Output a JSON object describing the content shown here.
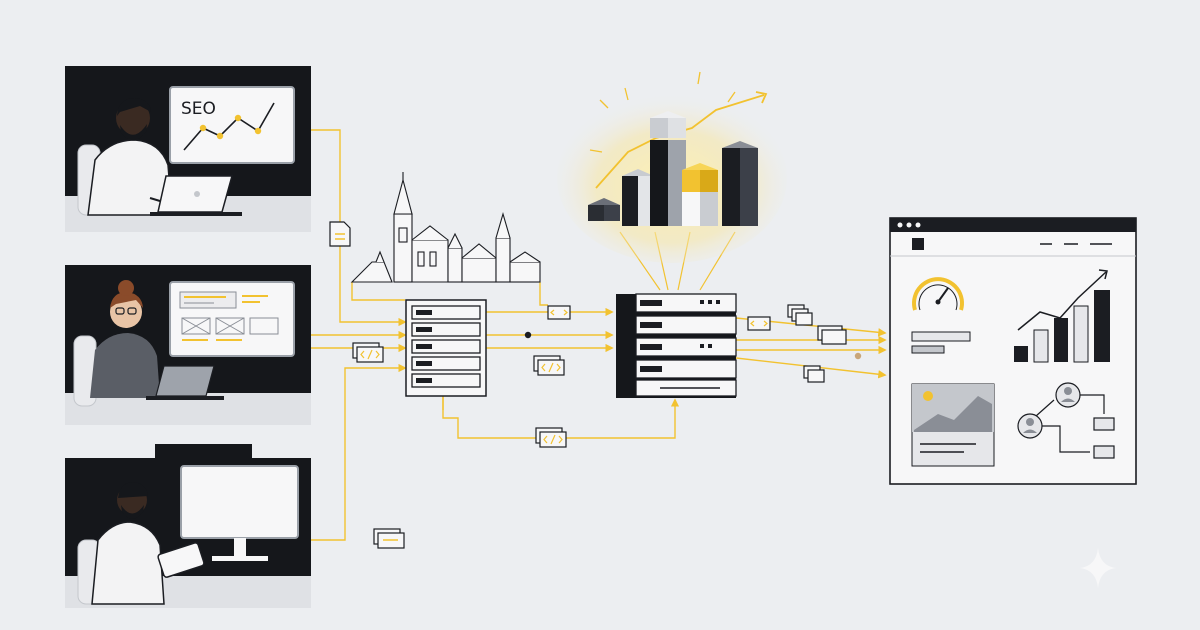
{
  "panels": [
    {
      "id": "seo-worker",
      "screen_label": "SEO",
      "role": "seo"
    },
    {
      "id": "dev-worker",
      "role": "frontend"
    },
    {
      "id": "mobile-worker",
      "role": "mobile"
    }
  ],
  "colors": {
    "background": "#eceef1",
    "panel": "#15171b",
    "accent": "#f2c230",
    "ink": "#1b1d22",
    "screen": "#f7f7f8",
    "grey": "#8a8e96"
  },
  "icons": {
    "document": "document-icon",
    "code": "code-tag-icon",
    "server": "server-rack-icon",
    "speed": "speedometer-icon",
    "user": "user-avatar-icon",
    "sparkle": "sparkle-icon"
  }
}
